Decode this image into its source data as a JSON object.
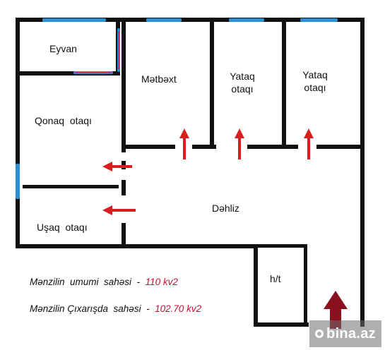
{
  "rooms": {
    "eyvan": "Eyvan",
    "metbext": "Mətbəxt",
    "yataq1_line1": "Yataq",
    "yataq1_line2": "otaqı",
    "yataq2_line1": "Yataq",
    "yataq2_line2": "otaqı",
    "qonaq": "Qonaq  otaqı",
    "dehliz": "Dəhliz",
    "usaq": "Uşaq  otaqı",
    "ht": "h/t"
  },
  "info": {
    "total_label": "Mənzilin  umumi  sahəsi  -  ",
    "total_value": "110 kv2",
    "extract_label": "Mənzilin Çıxarışda  sahəsi  -  ",
    "extract_value": "102.70 kv2"
  },
  "watermark": {
    "text": "bina.az"
  },
  "colors": {
    "wall": "#111111",
    "window": "#2b8fd8",
    "arrow": "#d81e1e",
    "entrance_arrow": "#8b1020"
  }
}
